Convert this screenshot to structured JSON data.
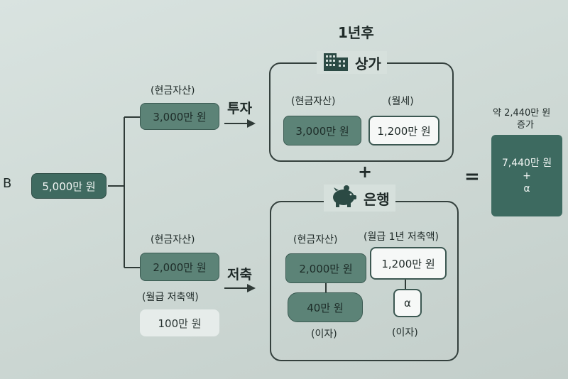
{
  "header": {
    "year_label": "1년후"
  },
  "source": {
    "prefix": "B",
    "amount": "5,000만 원"
  },
  "branch_top": {
    "caption": "(현금자산)",
    "amount": "3,000만 원",
    "action": "투자"
  },
  "branch_bottom": {
    "caption": "(현금자산)",
    "amount": "2,000만 원",
    "action": "저축",
    "saving_caption": "(월급 저축액)",
    "saving_amount": "100만 원"
  },
  "store_group": {
    "title": "상가",
    "icon": "building-icon",
    "asset_caption": "(현금자산)",
    "asset_amount": "3,000만 원",
    "rent_caption": "(월세)",
    "rent_amount": "1,200만 원"
  },
  "plus_sign": "+",
  "bank_group": {
    "title": "은행",
    "icon": "piggy-bank-icon",
    "asset_caption": "(현금자산)",
    "asset_amount": "2,000만 원",
    "saving_caption": "(월급 1년 저축액)",
    "saving_amount": "1,200만 원",
    "interest_amount": "40만 원",
    "interest_caption": "(이자)",
    "alpha": "α",
    "alpha_caption": "(이자)"
  },
  "equals_sign": "=",
  "result": {
    "increase_line1": "약 2,440만 원",
    "increase_line2": "증가",
    "total": "7,440만 원",
    "plus": "+",
    "alpha": "α"
  },
  "colors": {
    "dark_green": "#3f6a60",
    "mid_green": "#5c8377",
    "background": "#d3ddd9"
  }
}
